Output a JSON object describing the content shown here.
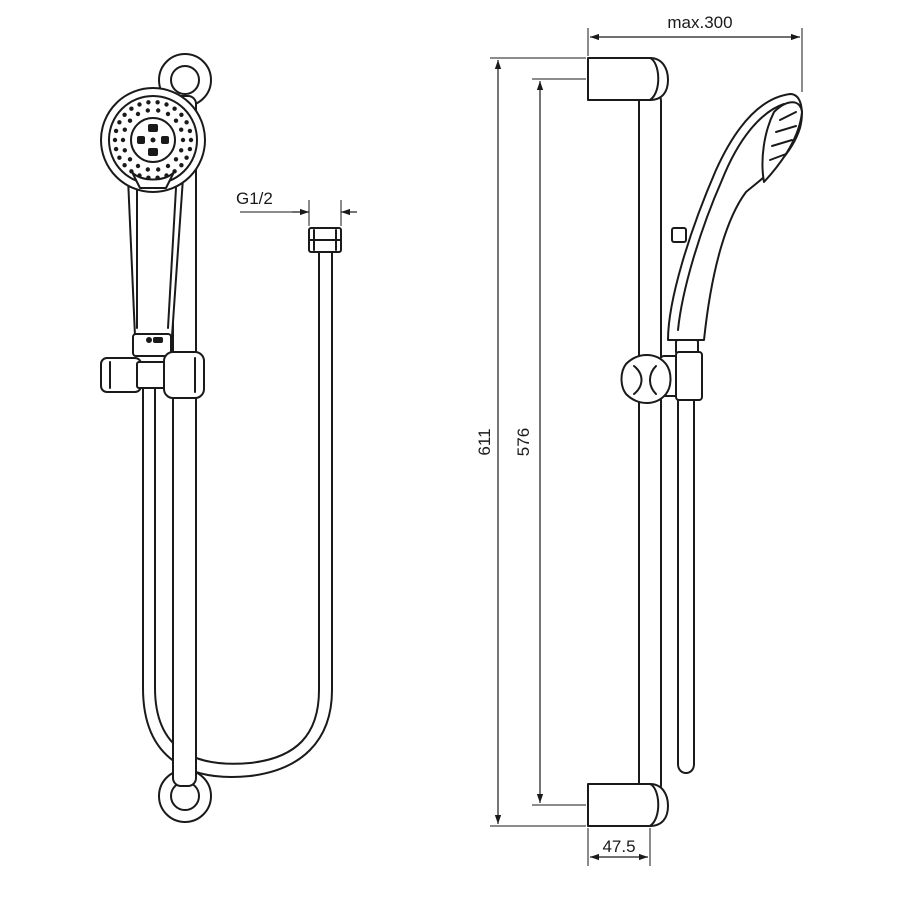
{
  "dimensions": {
    "thread": "G1/2",
    "max_reach": "max.300",
    "overall_height": "611",
    "bracket_spacing": "576",
    "bracket_depth": "47.5"
  },
  "colors": {
    "line": "#1a1a1a",
    "background": "#ffffff"
  }
}
